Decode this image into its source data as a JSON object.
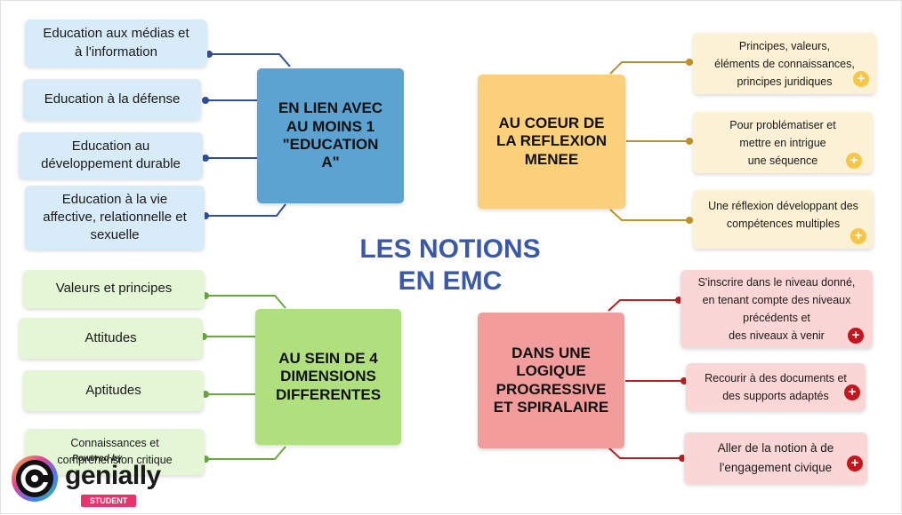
{
  "title": [
    "LES NOTIONS",
    "EN EMC"
  ],
  "branches": {
    "blue": {
      "label": [
        "EN LIEN AVEC",
        "AU MOINS  1",
        "\"EDUCATION",
        "A\""
      ],
      "items": [
        [
          "Education aux médias et",
          "à l'information"
        ],
        [
          "Education à la défense"
        ],
        [
          "Education au",
          "développement durable"
        ],
        [
          "Education à la vie",
          "affective, relationnelle et",
          "sexuelle"
        ]
      ]
    },
    "green": {
      "label": [
        "AU SEIN DE 4",
        "DIMENSIONS",
        "DIFFERENTES"
      ],
      "items": [
        [
          "Valeurs et principes"
        ],
        [
          "Attitudes"
        ],
        [
          "Aptitudes"
        ],
        [
          "Connaissances et",
          "compréhension critique"
        ]
      ]
    },
    "yellow": {
      "label": [
        "AU COEUR DE",
        "LA REFLEXION",
        "MENEE"
      ],
      "items": [
        [
          "Principes, valeurs,",
          "éléments de connaissances,",
          "principes juridiques"
        ],
        [
          "Pour problématiser et",
          "mettre en intrigue",
          "une séquence"
        ],
        [
          "Une réflexion développant des",
          "compétences multiples"
        ]
      ]
    },
    "red": {
      "label": [
        "DANS UNE",
        "LOGIQUE",
        "PROGRESSIVE",
        "ET SPIRALAIRE"
      ],
      "items": [
        [
          "S'inscrire dans le niveau donné,",
          "en tenant compte des niveaux",
          "précédents et",
          "des niveaux à venir"
        ],
        [
          "Recourir à des documents et",
          "des supports adaptés"
        ],
        [
          "Aller de la notion à de",
          "l'engagement civique"
        ]
      ]
    }
  },
  "expand_symbol": "+",
  "logo": {
    "powered": "Powered by",
    "brand": "genially",
    "badge": "STUDENT"
  },
  "colors": {
    "blue": "#5ca3d1",
    "green": "#b0e07e",
    "yellow": "#fbd07b",
    "red": "#f39c9c",
    "title": "#3b59a8",
    "line_blue": "#2f4f9a",
    "line_green": "#6aa840",
    "line_yellow": "#c09225",
    "line_red": "#b52020"
  },
  "icons": [
    "expand-plus-icon",
    "genially-logo-icon"
  ]
}
